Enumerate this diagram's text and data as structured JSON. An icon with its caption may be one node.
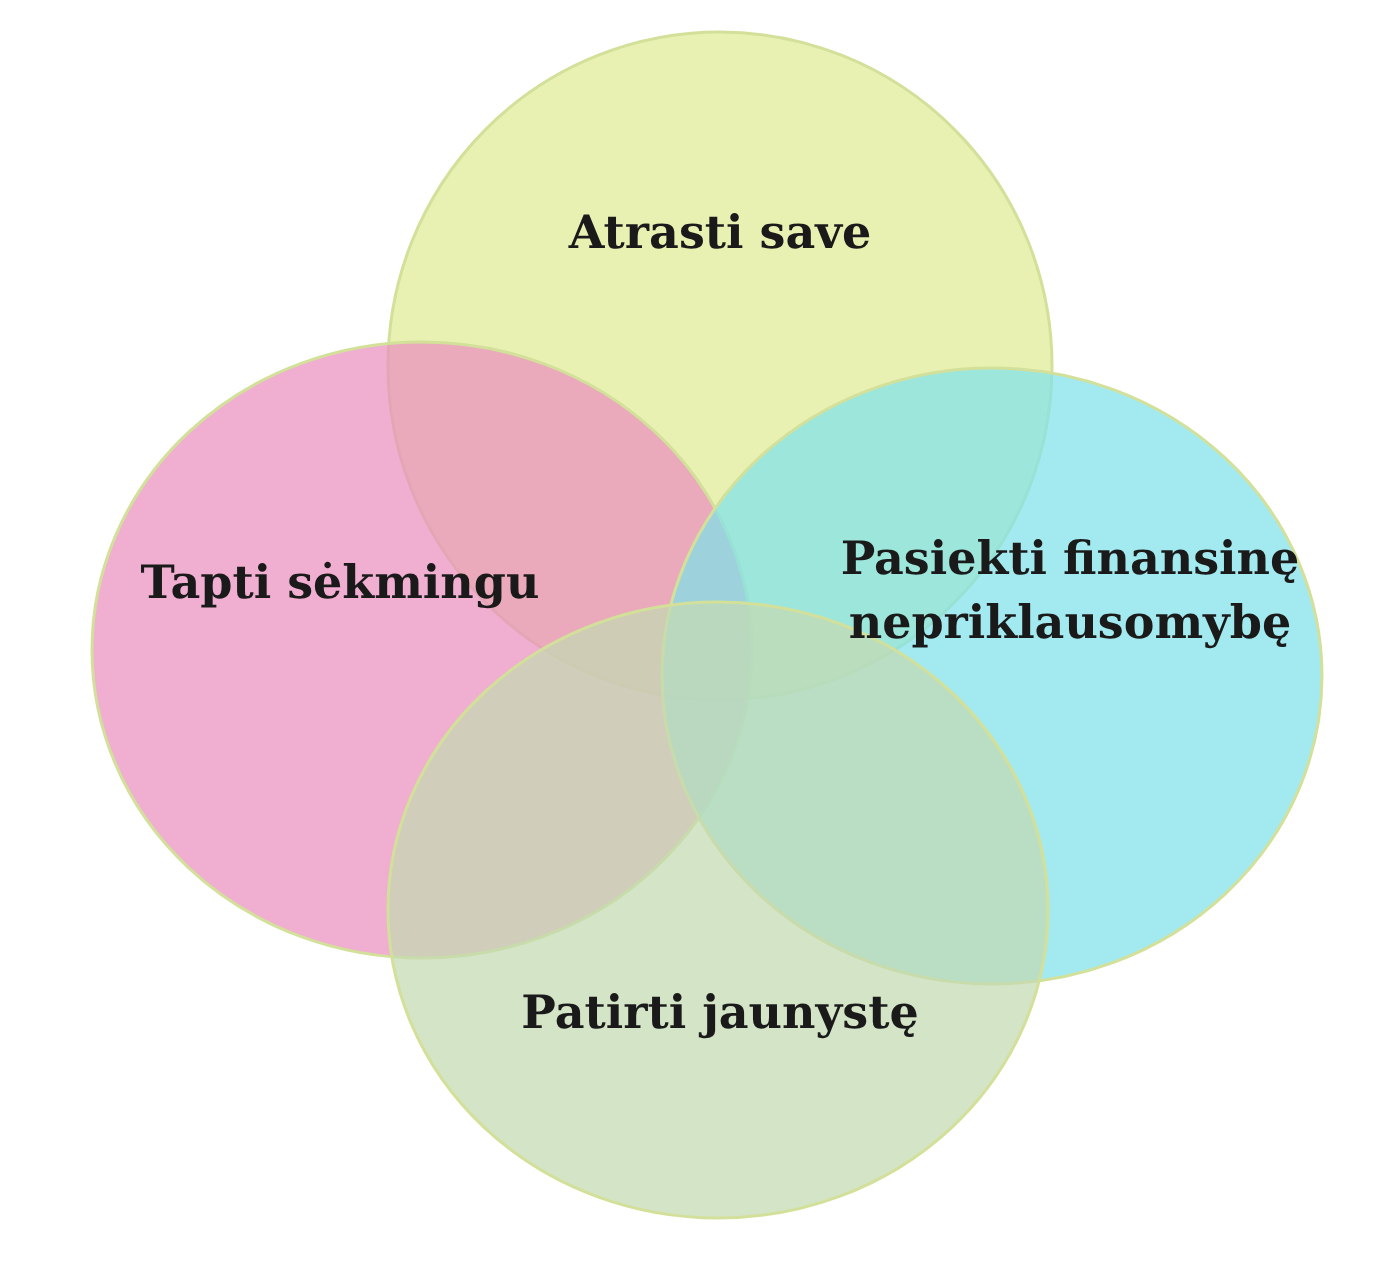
{
  "diagram": {
    "nodes": [
      {
        "text": [
          "Atrasti save"
        ]
      },
      {
        "text": [
          "Tapti sėkmingu"
        ]
      },
      {
        "text": [
          "Pasiekti finansinę nepriklausomybę"
        ]
      },
      {
        "text": [
          "Patirti jaunystę"
        ]
      }
    ]
  }
}
